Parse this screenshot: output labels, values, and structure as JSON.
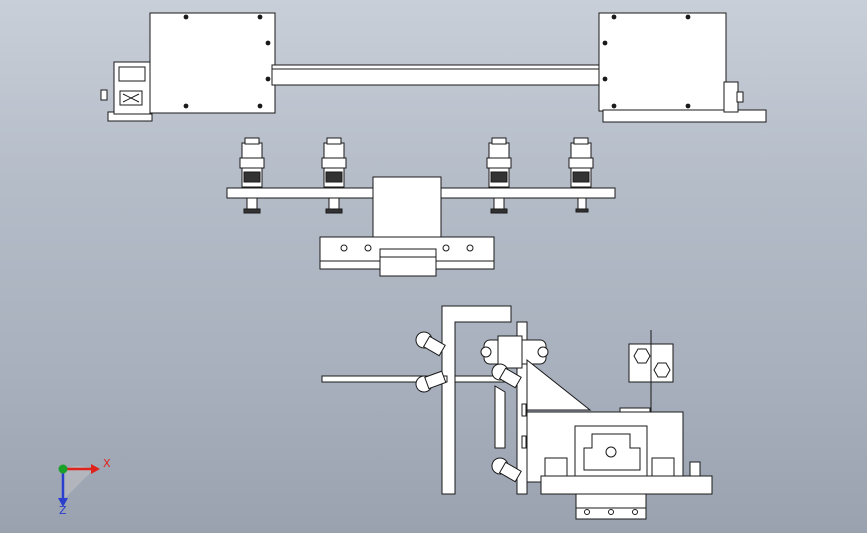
{
  "app": {
    "view": "cad-drawing-viewport"
  },
  "colors": {
    "background_top": "#c9cfd8",
    "background_bottom": "#9aa2b0",
    "part_fill": "#ffffff",
    "part_stroke": "#1a1a1a",
    "axis_x": "#e0221c",
    "axis_y": "#1aa12a",
    "axis_z": "#2b3fcf"
  },
  "triad": {
    "x_label": "X",
    "z_label": "Z",
    "icon": "coordinate-triad-icon"
  },
  "assemblies": [
    {
      "name": "top-linear-module",
      "icon": "linear-actuator-icon"
    },
    {
      "name": "middle-suction-cup-bar",
      "icon": "vacuum-gripper-icon"
    },
    {
      "name": "side-view-bracket-assembly",
      "icon": "bracket-icon"
    }
  ]
}
